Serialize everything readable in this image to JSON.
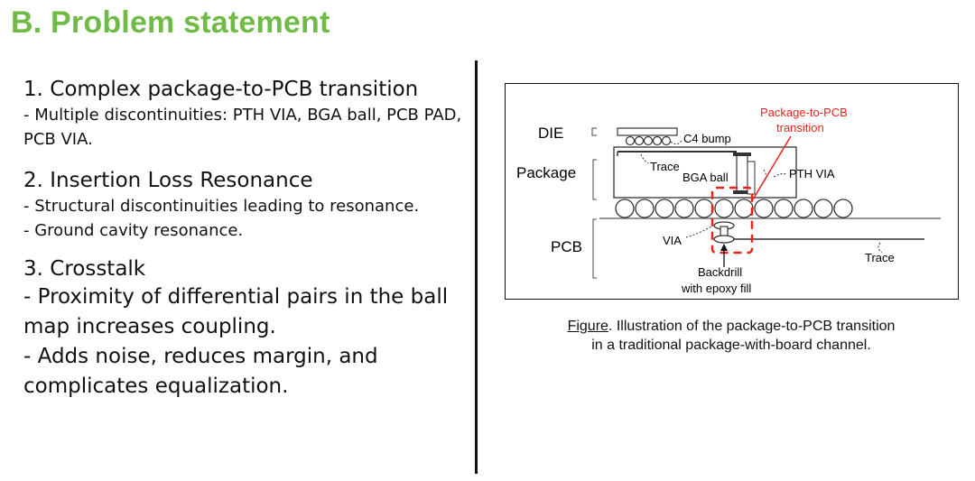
{
  "title": "B. Problem statement",
  "sections": [
    {
      "heading": "1. Complex package-to-PCB transition",
      "points": [
        "- Multiple discontinuities: PTH VIA, BGA ball, PCB PAD, PCB VIA."
      ]
    },
    {
      "heading": "2. Insertion Loss Resonance",
      "points": [
        "- Structural discontinuities leading to resonance.",
        "- Ground cavity resonance."
      ]
    },
    {
      "heading": "3. Crosstalk",
      "points": [
        "- Proximity of differential pairs in the ball map increases coupling.",
        "- Adds noise, reduces margin, and complicates equalization."
      ]
    }
  ],
  "figure": {
    "labels": {
      "die": "DIE",
      "package": "Package",
      "pcb": "PCB",
      "c4_bump": "C4 bump",
      "trace_pkg": "Trace",
      "bga_ball": "BGA ball",
      "pth_via": "PTH VIA",
      "via": "VIA",
      "trace_pcb": "Trace",
      "transition_1": "Package-to-PCB",
      "transition_2": "transition",
      "backdrill_1": "Backdrill",
      "backdrill_2": "with epoxy fill"
    },
    "caption_word": "Figure",
    "caption_rest": ". Illustration of the package-to-PCB transition",
    "caption_line2": "in a traditional package-with-board channel.",
    "colors": {
      "highlight": "#e8231c",
      "title": "#6fbb45"
    }
  }
}
